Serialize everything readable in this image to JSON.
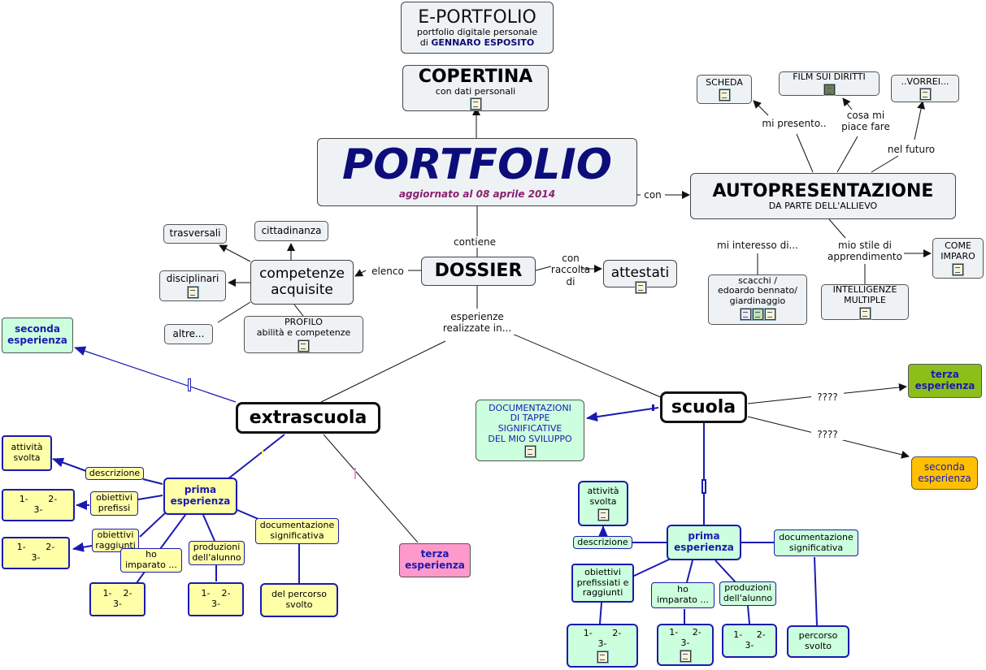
{
  "header": {
    "title": "E-PORTFOLIO",
    "subtitle": "portfolio digitale personale",
    "author_prefix": "di",
    "author": "GENNARO ESPOSITO"
  },
  "copertina": {
    "title": "COPERTINA",
    "subtitle": "con dati personali"
  },
  "portfolio": {
    "title": "PORTFOLIO",
    "updated": "aggiornato al 08 aprile 2014"
  },
  "links": {
    "con": "con",
    "contiene": "contiene",
    "elenco": "elenco",
    "con_raccolta": "con\nraccolta\ndi",
    "esperienze_realizzate": "esperienze\nrealizzate in...",
    "mi_presento": "mi presento..",
    "cosa_mi_piace": "cosa mi\npiace fare",
    "nel_futuro": "nel futuro",
    "mi_interesso": "mi interesso di...",
    "mio_stile": "mio stile di\napprendimento",
    "q1": "????",
    "q2": "????"
  },
  "autopresentazione": {
    "title": "AUTOPRESENTAZIONE",
    "subtitle": "DA PARTE DELL'ALLIEVO",
    "scheda": "SCHEDA",
    "film": "FILM SUI DIRITTI",
    "vorrei": "..VORREI...",
    "scacchi": "scacchi /\nedoardo bennato/\ngiardinaggio",
    "intelligenze": "INTELLIGENZE\nMULTIPLE",
    "come_imparo": "COME\nIMPARO"
  },
  "dossier": {
    "title": "DOSSIER",
    "attestati": "attestati",
    "competenze": "competenze\nacquisite",
    "trasversali": "trasversali",
    "cittadinanza": "cittadinanza",
    "disciplinari": "disciplinari",
    "altre": "altre...",
    "profilo": "PROFILO\nabilità e competenze"
  },
  "extrascuola": {
    "title": "extrascuola",
    "seconda": "seconda\nesperienza",
    "terza": "terza\nesperienza",
    "prima": "prima\nesperienza",
    "attivita": "attività\nsvolta",
    "descrizione": "descrizione",
    "obiettivi_prefissi": "obiettivi\nprefissi",
    "obiettivi_raggiunti": "obiettivi\nraggiunti",
    "ho_imparato": "ho\nimparato ...",
    "produzioni": "produzioni\ndell'alunno",
    "documentazione": "documentazione\nsignificativa",
    "percorso": "del percorso\nsvolto",
    "list1": "1-       2-\n3-",
    "list2": "1-       2-\n3-",
    "list3": "1-    2-\n3-",
    "list4": "1-    2-\n3-"
  },
  "scuola": {
    "title": "scuola",
    "documentazioni": "DOCUMENTAZIONI\nDI TAPPE\nSIGNIFICATIVE\nDEL MIO SVILUPPO",
    "terza": "terza\nesperienza",
    "seconda": "seconda\nesperienza",
    "prima": "prima\nesperienza",
    "attivita": "attività\nsvolta",
    "descrizione": "descrizione",
    "documentazione": "documentazione\nsignificativa",
    "obiettivi": "obiettivi\nprefissiati e\nraggiunti",
    "ho_imparato": "ho\nimparato ...",
    "produzioni": "produzioni\ndell'alunno",
    "percorso": "percorso\nsvolto",
    "list1": "1-       2-\n3-",
    "list2": "1-     2-\n3-",
    "list3": "1-     2-\n3-"
  },
  "colors": {
    "accent_blue": "#1a1ab0",
    "title_navy": "#0d0d7a",
    "updated_purple": "#8b1f6f"
  }
}
